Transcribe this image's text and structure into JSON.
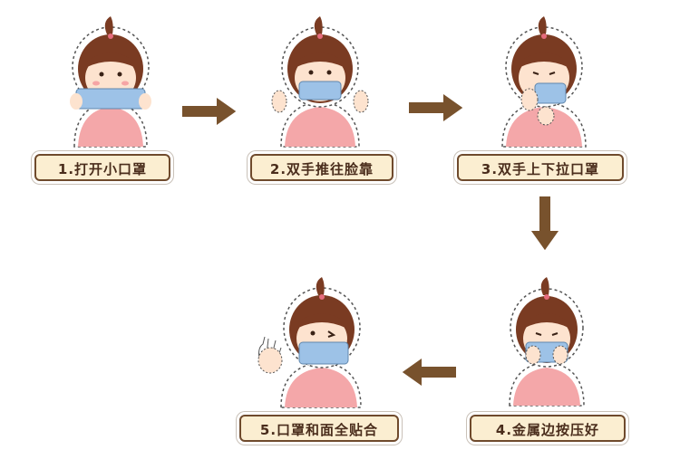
{
  "steps": [
    {
      "label": "1.打开小口罩"
    },
    {
      "label": "2.双手推往脸靠"
    },
    {
      "label": "3.双手上下拉口罩"
    },
    {
      "label": "4.金属边按压好"
    },
    {
      "label": "5.口罩和面全贴合"
    }
  ],
  "colors": {
    "hair": "#7a3b22",
    "skin": "#fde3cf",
    "shirt": "#f4a7a9",
    "mask": "#9dc2e7",
    "arrow": "#78522d",
    "label_bg": "#fbeed1",
    "label_border": "#6f4a2c"
  }
}
